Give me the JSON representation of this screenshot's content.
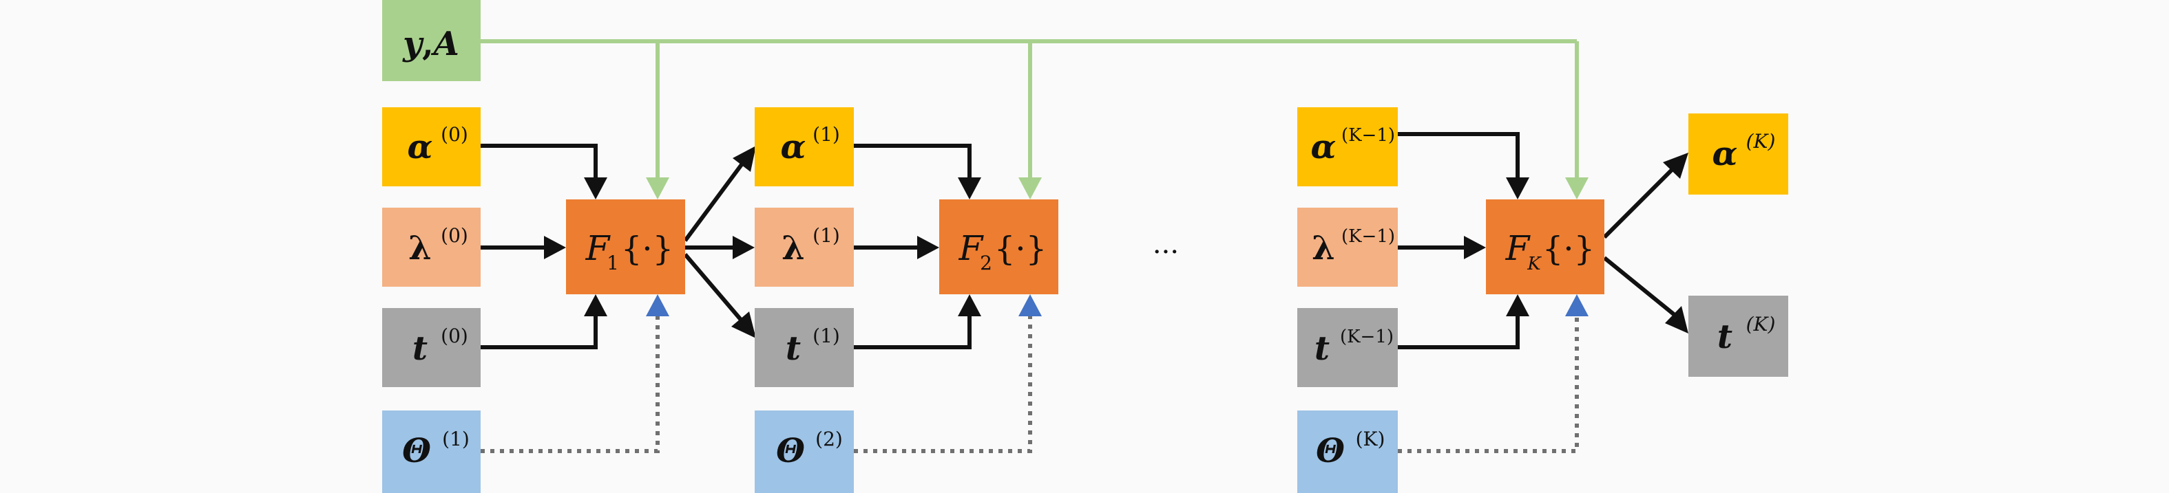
{
  "colors": {
    "background": "#fafafa",
    "input_green": "#a9d18e",
    "alpha_yellow": "#ffc000",
    "lambda_peach": "#f4b183",
    "t_gray": "#a6a6a6",
    "theta_blue": "#9dc3e6",
    "block_orange": "#ed7d31",
    "arrow_black": "#111111",
    "arrow_green": "#a9d18e",
    "arrow_blue": "#4472c4",
    "dotted_gray": "#707070"
  },
  "inputs": {
    "y": "y",
    "comma": ",",
    "A": "A"
  },
  "blocks": [
    {
      "name": "F",
      "sub": "1",
      "arg": "{·}"
    },
    {
      "name": "F",
      "sub": "2",
      "arg": "{·}"
    },
    {
      "name": "F",
      "sub": "K",
      "arg": "{·}"
    }
  ],
  "stage_vars": [
    {
      "alpha": "α",
      "alpha_sup": "(0)",
      "lambda": "λ",
      "lambda_sup": "(0)",
      "t": "t",
      "t_sup": "(0)",
      "theta": "Θ",
      "theta_sup": "(1)"
    },
    {
      "alpha": "α",
      "alpha_sup": "(1)",
      "lambda": "λ",
      "lambda_sup": "(1)",
      "t": "t",
      "t_sup": "(1)",
      "theta": "Θ",
      "theta_sup": "(2)"
    },
    {
      "alpha": "α",
      "alpha_sup": "(K−1)",
      "lambda": "λ",
      "lambda_sup": "(K−1)",
      "t": "t",
      "t_sup": "(K−1)",
      "theta": "Θ",
      "theta_sup": "(K)"
    }
  ],
  "outputs": {
    "alpha": "α",
    "alpha_sup": "(K)",
    "t": "t",
    "t_sup": "(K)"
  },
  "ellipsis": "···"
}
